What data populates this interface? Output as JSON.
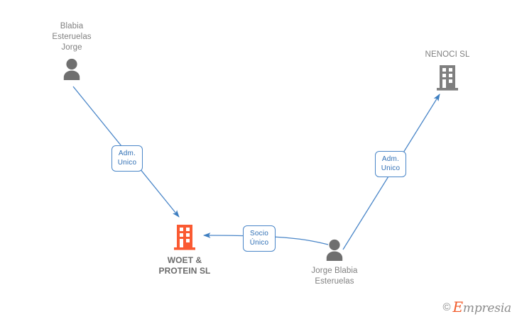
{
  "diagram": {
    "type": "corporate-relationship-graph",
    "background_color": "#ffffff",
    "focal_color": "#fa5a32",
    "entity_color": "#7f7f7f",
    "edge_color": "#4a86c8",
    "nodes": [
      {
        "id": "blabia-esteruelas-jorge",
        "kind": "person",
        "icon": "person-icon",
        "label": "Blabia\nEsteruelas\nJorge",
        "label_position": "above",
        "color": "#6f6f6f"
      },
      {
        "id": "nenoci-sl",
        "kind": "company",
        "icon": "building-icon",
        "label": "NENOCI SL",
        "label_position": "above",
        "color": "#7f7f7f"
      },
      {
        "id": "woet-protein-sl",
        "kind": "company",
        "icon": "building-icon",
        "label": "WOET &\nPROTEIN SL",
        "label_position": "below",
        "color": "#fa5a32",
        "focal": true
      },
      {
        "id": "jorge-blabia-esteruelas",
        "kind": "person",
        "icon": "person-icon",
        "label": "Jorge Blabia\nEsteruelas",
        "label_position": "below",
        "color": "#6f6f6f"
      }
    ],
    "edges": [
      {
        "id": "edge-adm-unico-left",
        "from": "blabia-esteruelas-jorge",
        "to": "woet-protein-sl",
        "label": "Adm.\nUnico"
      },
      {
        "id": "edge-socio-unico",
        "from": "jorge-blabia-esteruelas",
        "to": "woet-protein-sl",
        "label": "Socio\nÚnico"
      },
      {
        "id": "edge-adm-unico-right",
        "from": "jorge-blabia-esteruelas",
        "to": "nenoci-sl",
        "label": "Adm.\nUnico"
      }
    ]
  },
  "watermark": {
    "copyright": "©",
    "brand_first_letter": "E",
    "brand_rest": "mpresia"
  }
}
